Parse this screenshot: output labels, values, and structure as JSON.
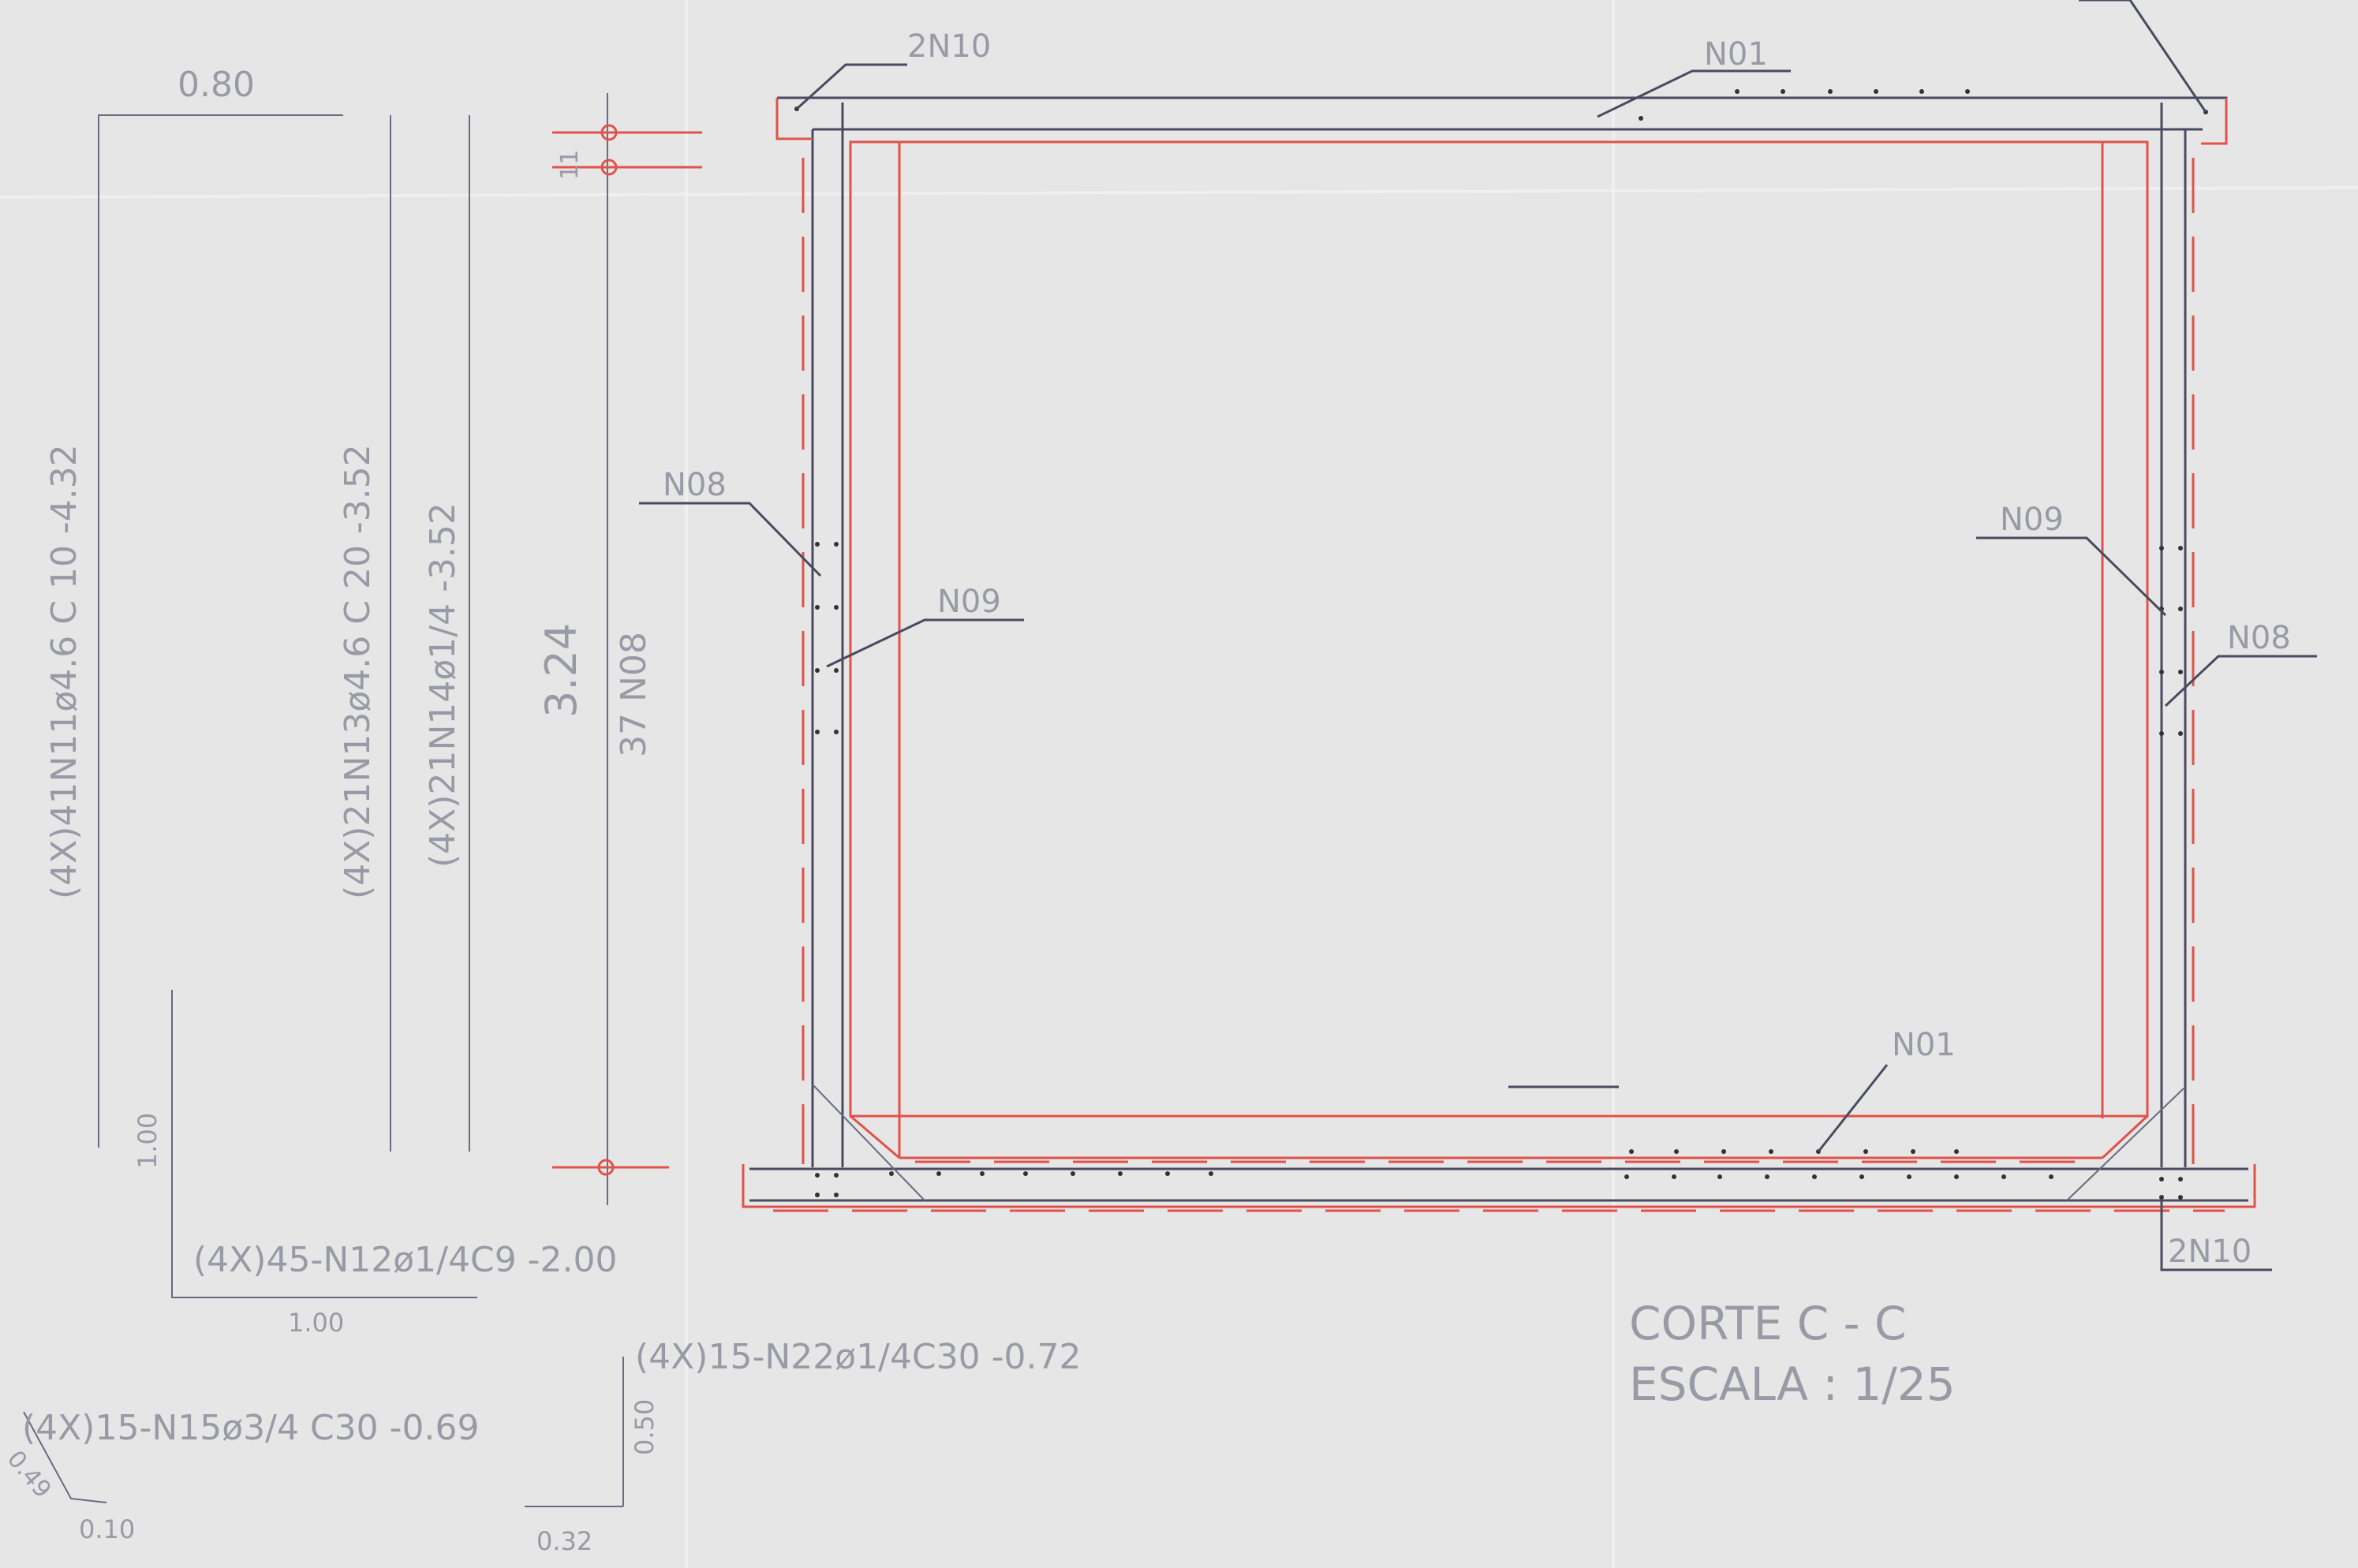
{
  "labels": {
    "n10_top": "2N10",
    "n01_top": "N01",
    "n08_left": "N08",
    "n09_left": "N09",
    "n09_right": "N09",
    "n08_right": "N08",
    "n01_bottom": "N01",
    "n10_bottom": "2N10"
  },
  "left_schedule": {
    "n11_bar": "(4X)41N11ø4.6 C 10  -4.32",
    "n13_bar": "(4X)21N13ø4.6 C 20  -3.52",
    "n14_bar": "(4X)21N14ø1/4  -3.52",
    "dim_080": "0.80",
    "dim_100_v": "1.00",
    "dim_100_h": "1.00",
    "n12_bar": "(4X)45-N12ø1/4C9  -2.00",
    "height_324": "3.24",
    "n08_count": "37 N08",
    "dim_11": "11",
    "n22_bar": "(4X)15-N22ø1/4C30  -0.72",
    "dim_050": "0.50",
    "dim_032": "0.32",
    "n15_bar": "(4X)15-N15ø3/4  C30  -0.69",
    "dim_049": "0.49",
    "dim_010": "0.10"
  },
  "title": {
    "section": "CORTE  C  -  C",
    "scale": "ESCALA  :  1/25"
  },
  "colors": {
    "paper": "#e6e6e6",
    "line": "#4a4a60",
    "red": "#e0524a",
    "text": "#9a9aa6"
  }
}
